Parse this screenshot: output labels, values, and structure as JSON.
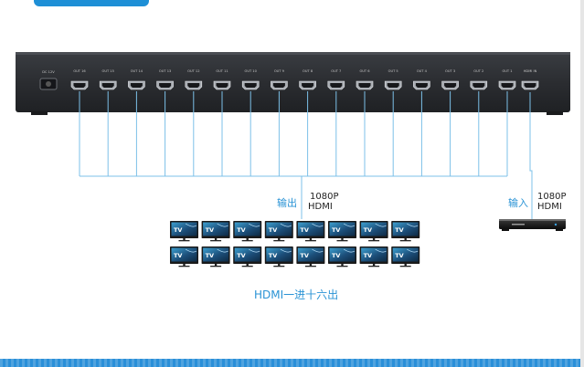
{
  "device": {
    "power_label": "DC 12V",
    "input_port_label": "HDMI IN",
    "output_port_labels": [
      "OUT 16",
      "OUT 15",
      "OUT 14",
      "OUT 13",
      "OUT 12",
      "OUT 11",
      "OUT 10",
      "OUT 9",
      "OUT 8",
      "OUT 7",
      "OUT 6",
      "OUT 5",
      "OUT 4",
      "OUT 3",
      "OUT 2",
      "OUT 1"
    ]
  },
  "annotations": {
    "output_label": "输出",
    "output_spec_line1": "1080P",
    "output_spec_line2": "HDMI",
    "input_label": "输入",
    "input_spec_line1": "1080P",
    "input_spec_line2": "HDMI"
  },
  "tv_label": "TV",
  "tv_count": 16,
  "caption": "HDMI一进十六出",
  "colors": {
    "device_body": "#2b2d31",
    "port_metal": "#a8acb2",
    "wire": "#7cc0e8",
    "accent_blue": "#1e8fd6",
    "text_blue": "#2a93d5"
  }
}
